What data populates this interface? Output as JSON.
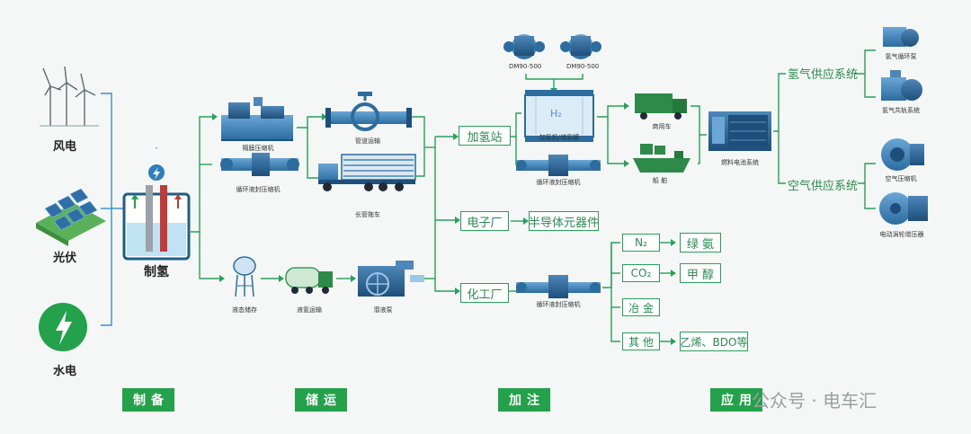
{
  "sources": {
    "wind": "风电",
    "solar": "光伏",
    "hydro": "水电"
  },
  "production": {
    "label": "制氢",
    "dot": "·"
  },
  "storage": {
    "diaphragm_compressor": "隔膜压缩机",
    "recip_compressor": "循环液封压缩机",
    "pipeline": "管道运输",
    "tube_trailer": "长管拖车",
    "liquid_storage": "液态储存",
    "liquid_transport": "液氢运输",
    "liquid_pump": "潜液泵"
  },
  "refuel": {
    "model_a": "DM90-500",
    "model_b": "DM90-500",
    "h2_tag": "H₂",
    "dispenser": "加氢机/储氢罐",
    "dispenser_compressor": "循环液封压缩机",
    "station": "加氢站",
    "electronics": "电子厂",
    "semiconductor": "半导体元器件",
    "chemical": "化工厂",
    "chem_compressor": "循环液封压缩机"
  },
  "application": {
    "truck": "商用车",
    "ship": "船 舶",
    "fuel_cell": "燃料电池系统",
    "hydrogen_supply": "氢气供应系统",
    "air_supply": "空气供应系统",
    "h2_pump": "氢气循环泵",
    "h2_ejector": "氢气共轨系统",
    "air_compressor": "空气压缩机",
    "turbo": "电动涡轮增压器",
    "n2": "N₂",
    "green_ammonia": "绿 氨",
    "co2": "CO₂",
    "methanol": "甲 醇",
    "metallurgy": "冶 金",
    "other": "其 他",
    "olefin": "乙烯、BDO等"
  },
  "stages": {
    "prep": "制备",
    "transport": "储运",
    "fill": "加注",
    "apply": "应用"
  },
  "watermark": "公众号 · 电车汇",
  "colors": {
    "green": "#23a24b",
    "machine_blue": "#3a7fb8",
    "line_blue": "#3a8fd0"
  }
}
